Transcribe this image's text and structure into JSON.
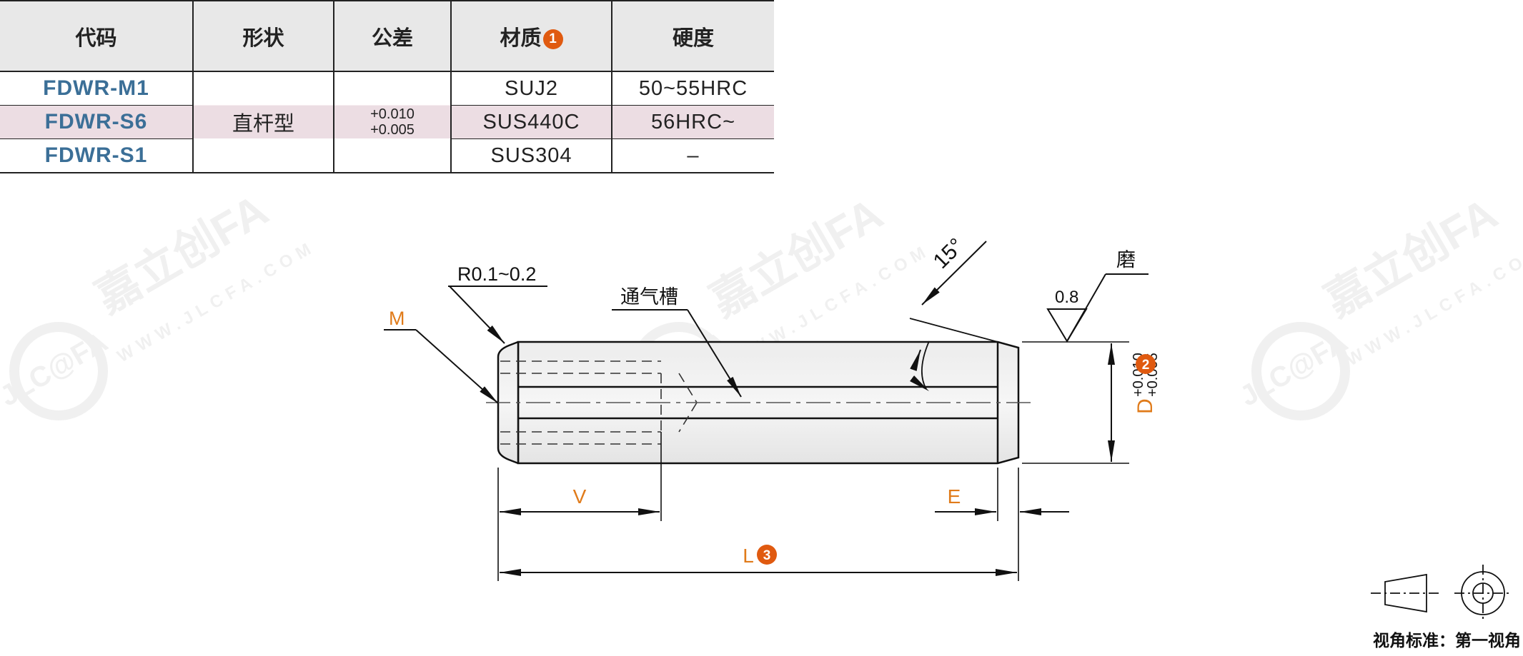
{
  "table": {
    "headers": [
      "代码",
      "形状",
      "公差",
      "材质",
      "硬度"
    ],
    "material_badge": "1",
    "shape": "直杆型",
    "tolerance_upper": "+0.010",
    "tolerance_lower": "+0.005",
    "rows": [
      {
        "code": "FDWR-M1",
        "material": "SUJ2",
        "hardness": "50~55HRC"
      },
      {
        "code": "FDWR-S6",
        "material": "SUS440C",
        "hardness": "56HRC~"
      },
      {
        "code": "FDWR-S1",
        "material": "SUS304",
        "hardness": "–"
      }
    ]
  },
  "drawing": {
    "corner_radius": "R0.1~0.2",
    "label_m": "M",
    "vent_groove": "通气槽",
    "angle": "15°",
    "grinding": "磨",
    "roughness": "0.8",
    "label_d": "D",
    "d_tol_upper": "+0.010",
    "d_tol_lower": "+0.005",
    "badge_d": "2",
    "label_v": "V",
    "label_e": "E",
    "label_l": "L",
    "badge_l": "3"
  },
  "projection": {
    "label": "视角标准：第一视角"
  },
  "watermark": {
    "brand": "嘉立创FA",
    "logo": "JLC@FA",
    "url": "WWW.JLCFA.COM"
  },
  "colors": {
    "accent_orange": "#e07b1a",
    "badge": "#e05a10",
    "code_blue": "#3b6f97",
    "highlight_row": "#ecdde3"
  }
}
